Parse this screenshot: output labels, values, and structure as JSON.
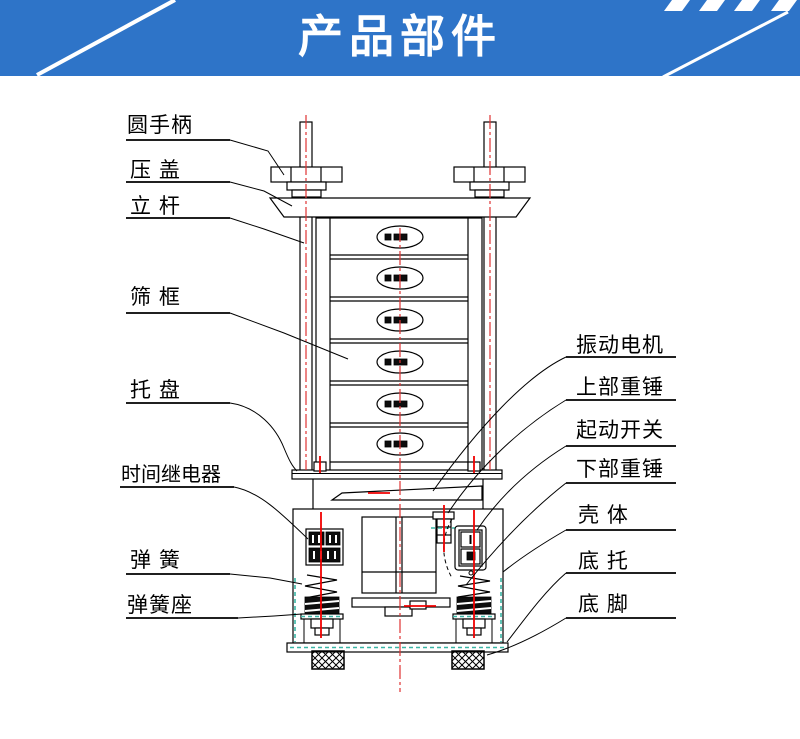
{
  "header": {
    "title": "产品部件",
    "banner_color": "#2e74c8",
    "stripe_color": "#ffffff"
  },
  "diagram": {
    "left_labels": [
      {
        "text": "圆手柄"
      },
      {
        "text": "压 盖"
      },
      {
        "text": "立 杆"
      },
      {
        "text": "筛 框"
      },
      {
        "text": "托 盘"
      },
      {
        "text": "时间继电器"
      },
      {
        "text": "弹 簧"
      },
      {
        "text": "弹簧座"
      }
    ],
    "right_labels": [
      {
        "text": "振动电机"
      },
      {
        "text": "上部重锤"
      },
      {
        "text": "起动开关"
      },
      {
        "text": "下部重锤"
      },
      {
        "text": "壳 体"
      },
      {
        "text": "底 托"
      },
      {
        "text": "底 脚"
      }
    ],
    "colors": {
      "line": "#000000",
      "centerline_red": "#e03232",
      "axis_red": "#f00000",
      "gasket_teal": "#3ab5a5",
      "foot_hatch": "#000000"
    }
  }
}
